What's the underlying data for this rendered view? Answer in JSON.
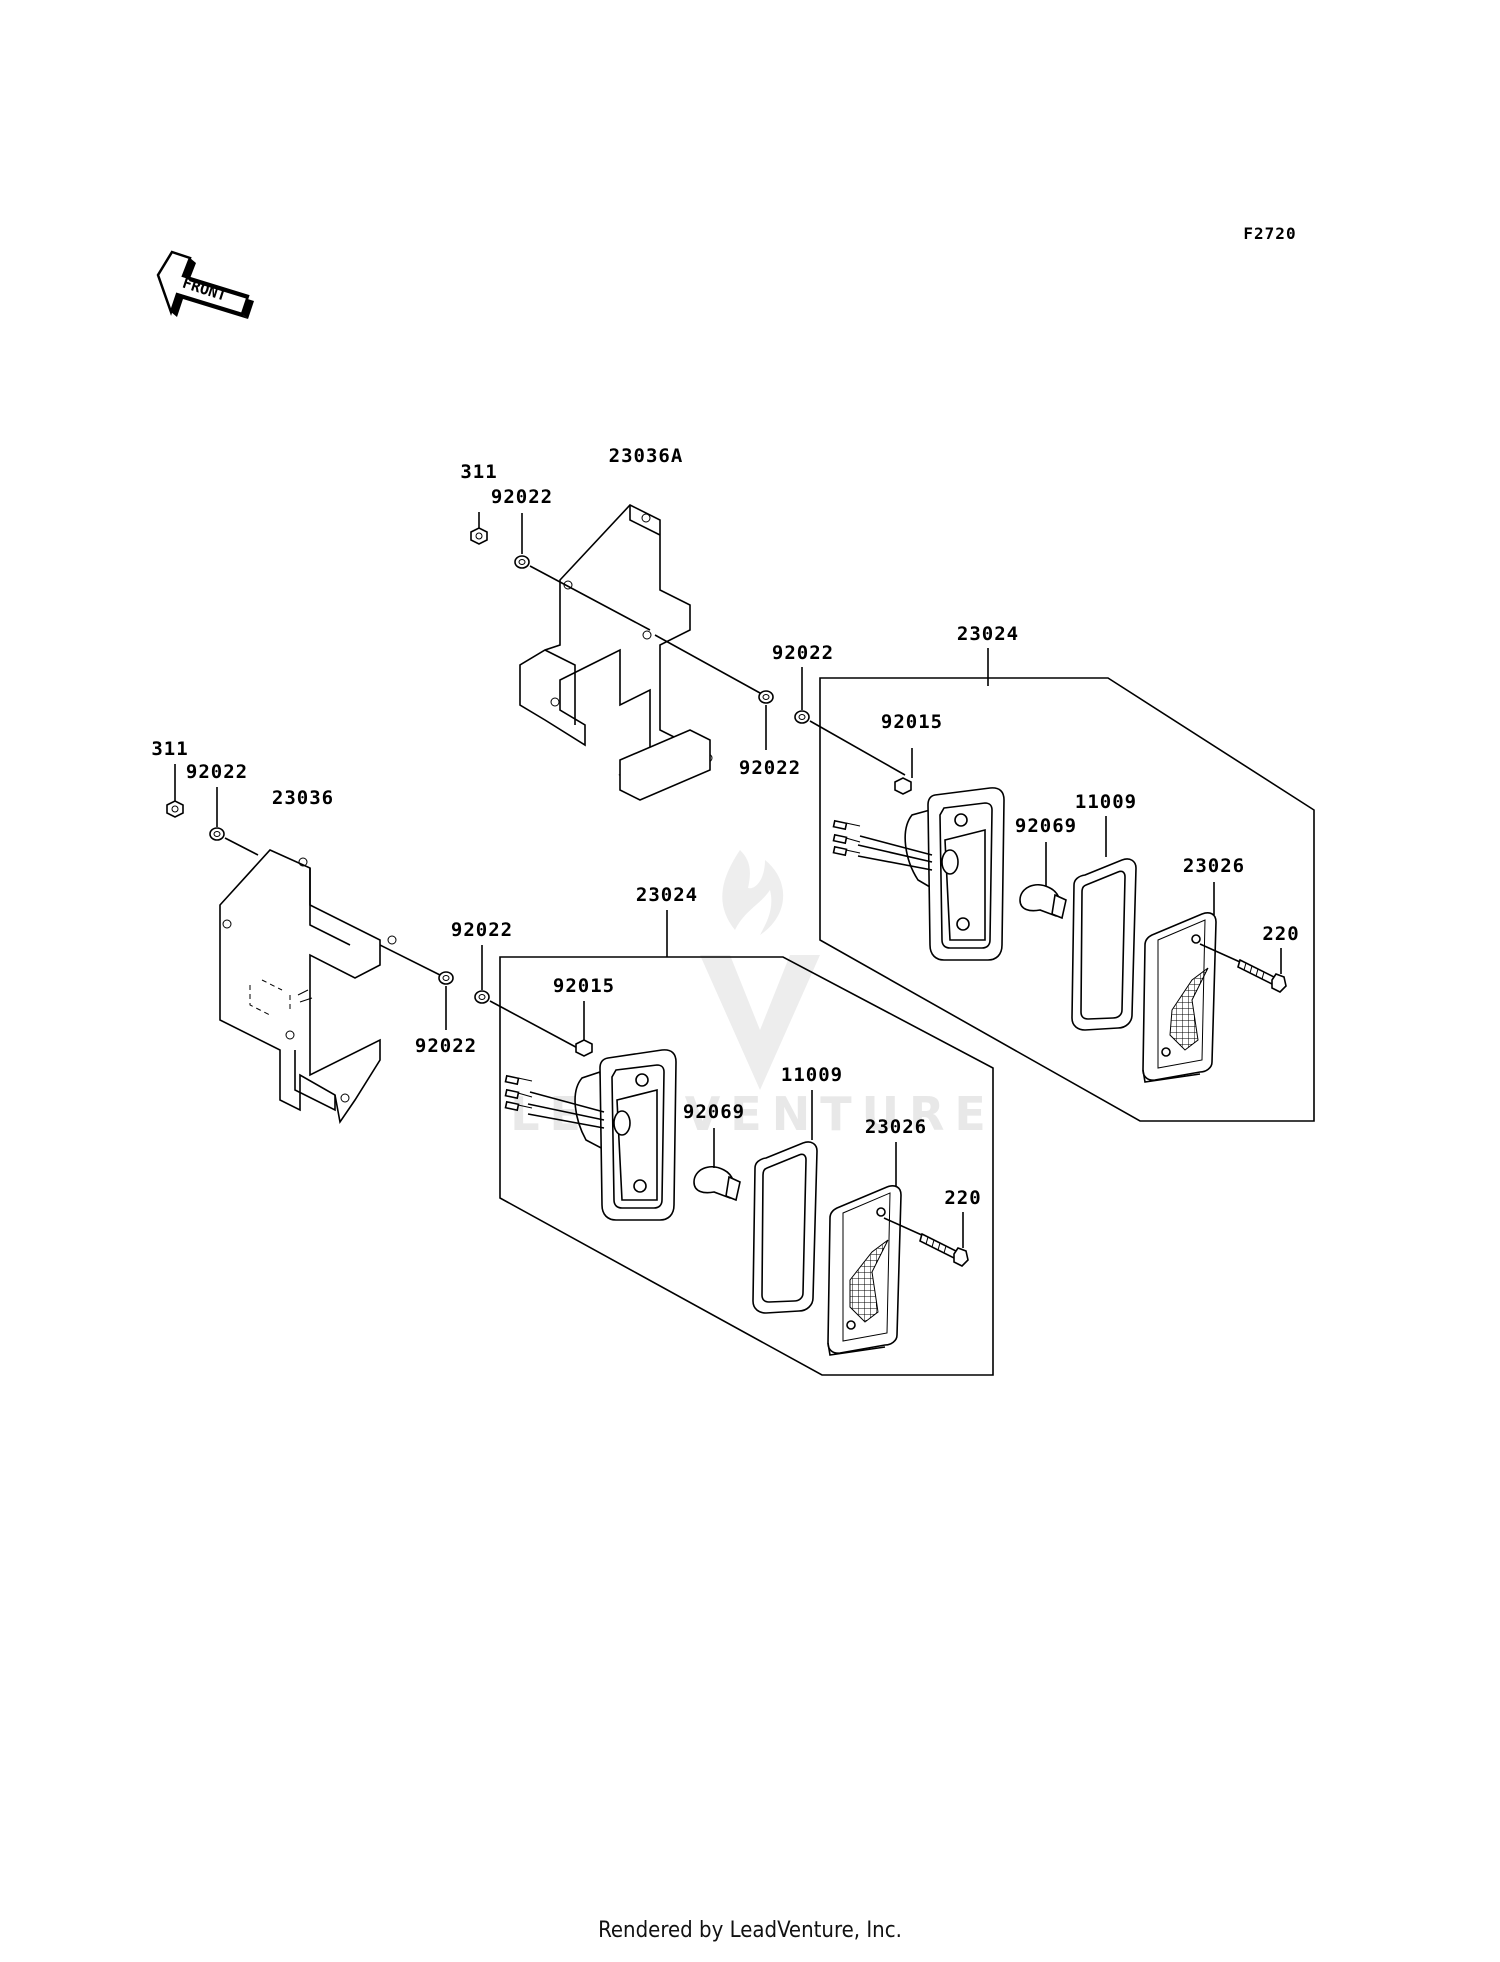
{
  "diagram_code": "F2720",
  "front_arrow_label": "FRONT",
  "watermark_text": "LEADVENTURE",
  "footer_text": "Rendered by LeadVenture, Inc.",
  "upper_assembly": {
    "nut": "311",
    "washer_top": "92022",
    "bracket": "23036A",
    "washer_mid_a": "92022",
    "washer_mid_b": "92022",
    "lamp_assembly": "23024",
    "nut_lamp": "92015",
    "bulb": "92069",
    "gasket": "11009",
    "lens": "23026",
    "screw": "220"
  },
  "lower_assembly": {
    "nut": "311",
    "washer_top": "92022",
    "bracket": "23036",
    "washer_mid_a": "92022",
    "washer_mid_b": "92022",
    "lamp_assembly": "23024",
    "nut_lamp": "92015",
    "bulb": "92069",
    "gasket": "11009",
    "lens": "23026",
    "screw": "220"
  }
}
